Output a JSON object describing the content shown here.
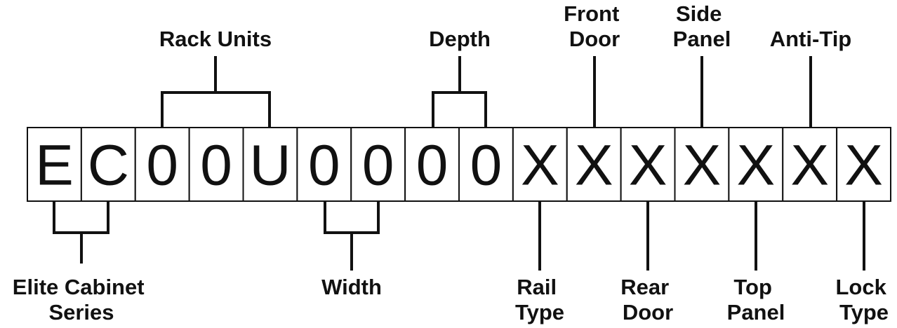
{
  "code_cells": [
    "E",
    "C",
    "0",
    "0",
    "U",
    "0",
    "0",
    "0",
    "0",
    "X",
    "X",
    "X",
    "X",
    "X",
    "X",
    "X"
  ],
  "labels": {
    "rack_units": [
      "Rack Units"
    ],
    "depth": [
      "Depth"
    ],
    "front_door": [
      "Front",
      "Door"
    ],
    "side_panel": [
      "Side",
      "Panel"
    ],
    "anti_tip": [
      "Anti-Tip"
    ],
    "elite_cabinet_series": [
      "Elite Cabinet",
      "Series"
    ],
    "width": [
      "Width"
    ],
    "rail_type": [
      "Rail",
      "Type"
    ],
    "rear_door": [
      "Rear",
      "Door"
    ],
    "top_panel": [
      "Top",
      "Panel"
    ],
    "lock_type": [
      "Lock",
      "Type"
    ]
  },
  "colors": {
    "ink": "#111111",
    "background": "#ffffff"
  }
}
